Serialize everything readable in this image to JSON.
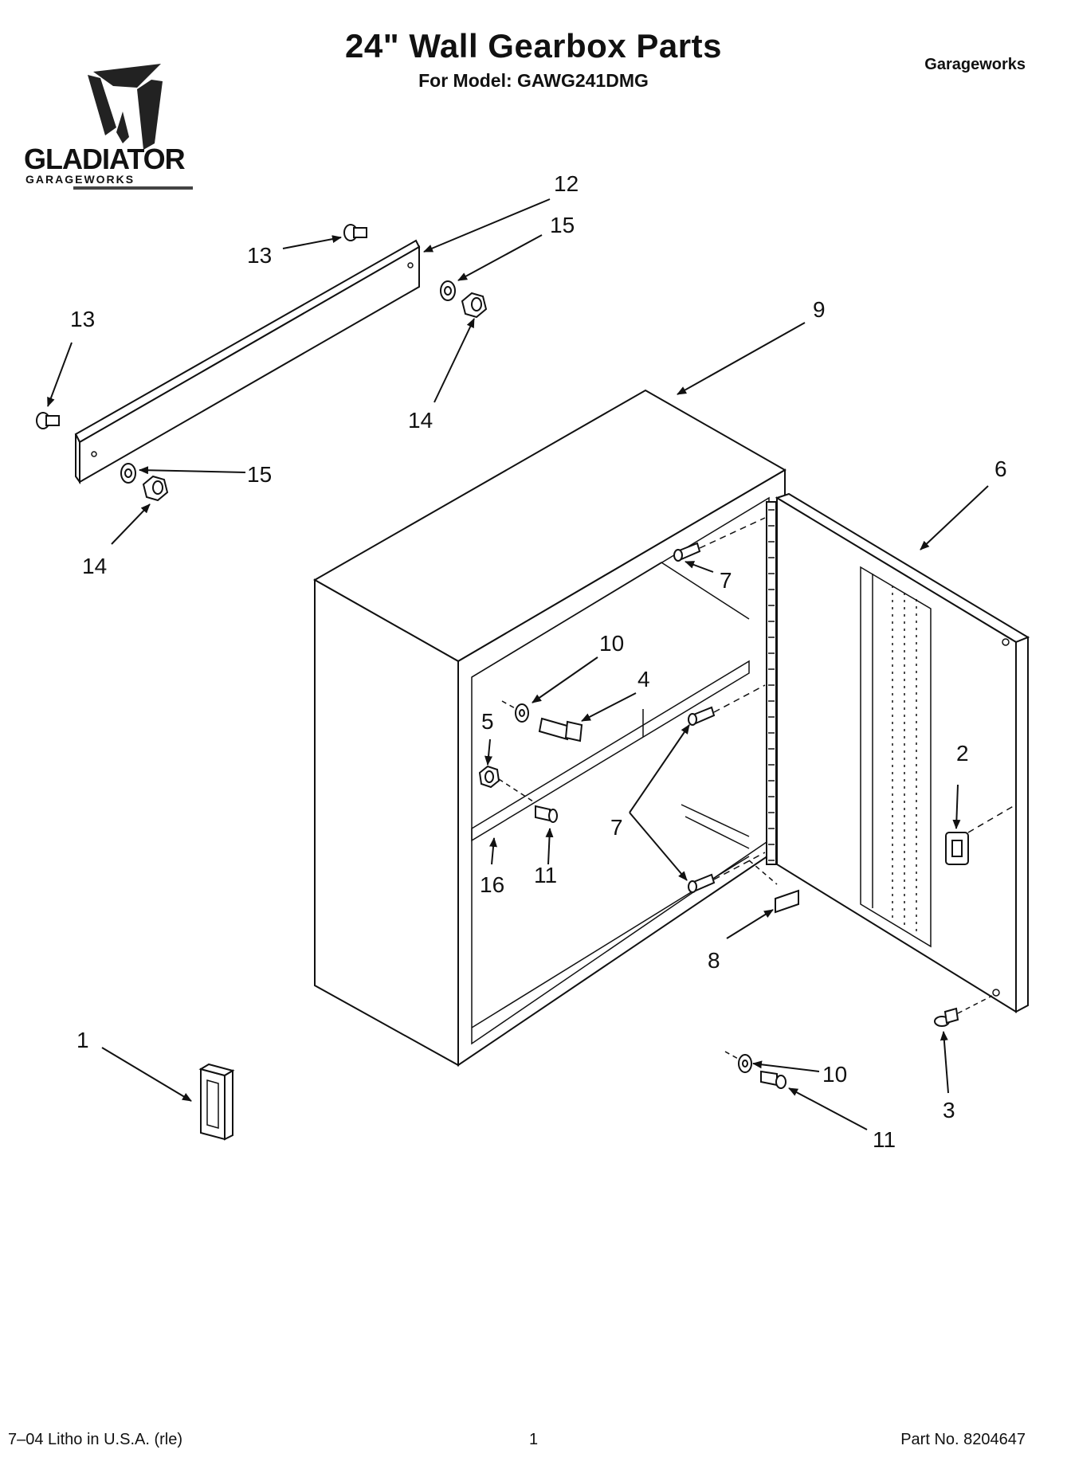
{
  "header": {
    "title": "24\" Wall Gearbox Parts",
    "subtitle": "For Model: GAWG241DMG",
    "brand": "Garageworks"
  },
  "logo": {
    "name": "GLADIATOR",
    "tagline": "GARAGEWORKS"
  },
  "footer": {
    "left": "7–04 Litho in U.S.A. (rle)",
    "center": "1",
    "right": "Part No. 8204647"
  },
  "callouts": {
    "c12": "12",
    "c13a": "13",
    "c13b": "13",
    "c15a": "15",
    "c15b": "15",
    "c14a": "14",
    "c14b": "14",
    "c9": "9",
    "c6": "6",
    "c7a": "7",
    "c7b": "7",
    "c10a": "10",
    "c10b": "10",
    "c4": "4",
    "c5": "5",
    "c2": "2",
    "c16": "16",
    "c11a": "11",
    "c11b": "11",
    "c8": "8",
    "c1": "1",
    "c3": "3"
  }
}
